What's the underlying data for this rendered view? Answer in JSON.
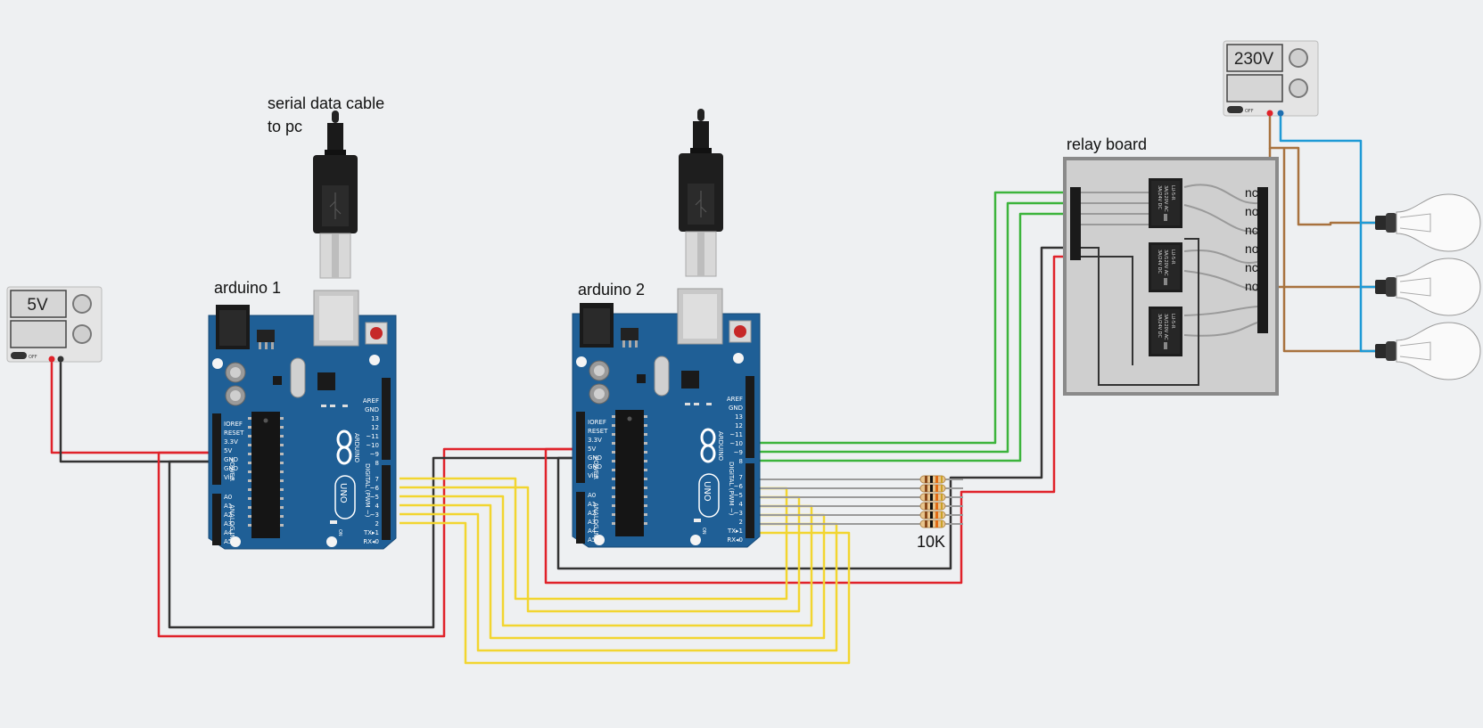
{
  "labels": {
    "serial_line1": "serial data cable",
    "serial_line2": "to pc",
    "arduino1": "arduino 1",
    "arduino2": "arduino 2",
    "relay_board": "relay board",
    "resistor_value": "10K",
    "psu_low": "5V",
    "psu_high": "230V"
  },
  "relay_contacts": [
    "nc",
    "no",
    "nc",
    "no",
    "nc",
    "no"
  ],
  "arduino": {
    "brand": "ARDUINO",
    "model": "UNO",
    "power_header": "POWER",
    "analog_header": "ANALOG IN",
    "digital_header": "DIGITAL (PWM ~)",
    "on_label": "ON",
    "power_pins": [
      "IOREF",
      "RESET",
      "3.3V",
      "5V",
      "GND",
      "GND",
      "Vin"
    ],
    "analog_pins": [
      "A0",
      "A1",
      "A2",
      "A3",
      "A4",
      "A5"
    ],
    "digital_top": [
      "AREF",
      "GND",
      "13",
      "12",
      "~11",
      "~10",
      "~9",
      "8"
    ],
    "digital_bottom": [
      "7",
      "~6",
      "~5",
      "4",
      "~3",
      "2",
      "TX▸1",
      "RX◂0"
    ]
  },
  "relay_module": {
    "name": "LU-5-R",
    "rating1": "3A/120V AC",
    "rating2": "3A/24V DC"
  },
  "psu_controls": {
    "off_label": "OFF"
  },
  "colors": {
    "red_wire": "#e0222a",
    "black_wire": "#333333",
    "yellow_wire": "#f2d530",
    "green_wire": "#3cb43c",
    "gray_wire": "#9a9a9a",
    "blue_wire": "#1e9ad6",
    "brown_wire": "#a8723e",
    "board_blue": "#1f5f96"
  },
  "icons": [
    "usb-icon",
    "arduino-logo-icon",
    "knob-icon",
    "bulb-icon"
  ]
}
